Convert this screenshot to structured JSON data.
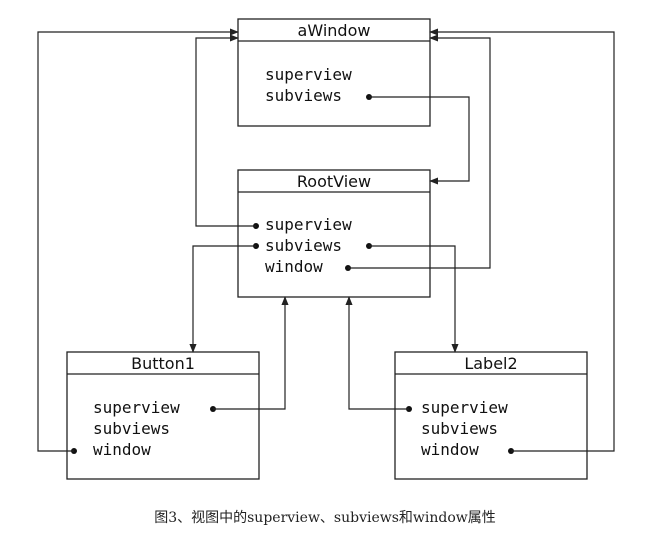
{
  "boxes": {
    "awindow": {
      "title": "aWindow",
      "fields": [
        "superview",
        "subviews"
      ]
    },
    "rootview": {
      "title": "RootView",
      "fields": [
        "superview",
        "subviews",
        "window"
      ]
    },
    "button1": {
      "title": "Button1",
      "fields": [
        "superview",
        "subviews",
        "window"
      ]
    },
    "label2": {
      "title": "Label2",
      "fields": [
        "superview",
        "subviews",
        "window"
      ]
    }
  },
  "caption": "图3、视图中的superview、subviews和window属性"
}
